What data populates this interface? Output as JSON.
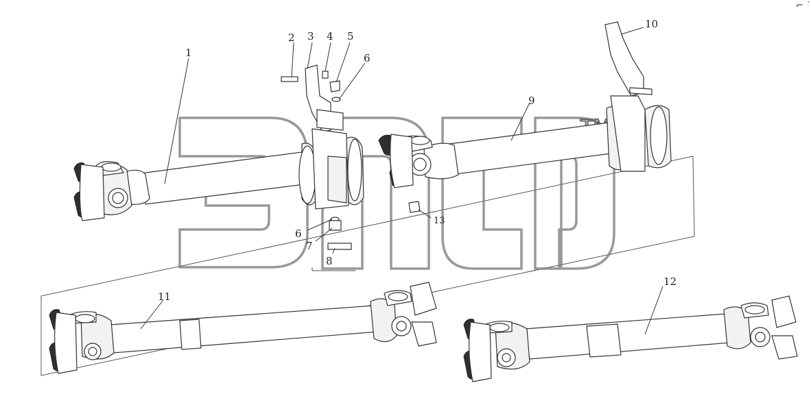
{
  "watermark": {
    "trademark": "TM"
  },
  "callouts": [
    "1",
    "2",
    "3",
    "4",
    "5",
    "6",
    "6",
    "7",
    "8",
    "9",
    "10",
    "11",
    "12",
    "13"
  ],
  "corner_mark": "⌐ ˙˙"
}
